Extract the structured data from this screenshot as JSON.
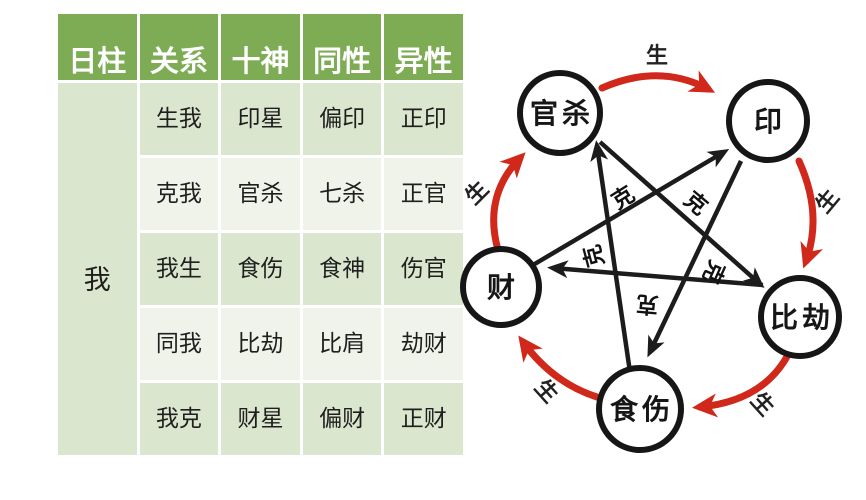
{
  "table": {
    "headers": [
      "日柱",
      "关系",
      "十神",
      "同性",
      "异性"
    ],
    "merged_cell": "我",
    "rows": [
      {
        "cells": [
          "生我",
          "印星",
          "偏印",
          "正印"
        ]
      },
      {
        "cells": [
          "克我",
          "官杀",
          "七杀",
          "正官"
        ]
      },
      {
        "cells": [
          "我生",
          "食伤",
          "食神",
          "伤官"
        ]
      },
      {
        "cells": [
          "同我",
          "比劫",
          "比肩",
          "劫财"
        ]
      },
      {
        "cells": [
          "我克",
          "财星",
          "偏财",
          "正财"
        ]
      }
    ],
    "colors": {
      "header_bg": "#7dac55",
      "header_text": "#ffffff",
      "row_odd_bg": "#dbe6ce",
      "row_even_bg": "#eff3e9"
    }
  },
  "diagram": {
    "nodes": [
      {
        "id": "guansha",
        "label": "官杀"
      },
      {
        "id": "yin",
        "label": "印"
      },
      {
        "id": "bijie",
        "label": "比劫"
      },
      {
        "id": "shishang",
        "label": "食伤"
      },
      {
        "id": "cai",
        "label": "财"
      }
    ],
    "sheng_arrows": [
      {
        "from": "官杀",
        "to": "印",
        "label": "生"
      },
      {
        "from": "印",
        "to": "比劫",
        "label": "生"
      },
      {
        "from": "比劫",
        "to": "食伤",
        "label": "生"
      },
      {
        "from": "食伤",
        "to": "财",
        "label": "生"
      },
      {
        "from": "财",
        "to": "官杀",
        "label": "生"
      }
    ],
    "ke_arrows": [
      {
        "from": "财",
        "to": "印",
        "label": "克"
      },
      {
        "from": "官杀",
        "to": "比劫",
        "label": "克"
      },
      {
        "from": "食伤",
        "to": "官杀",
        "label": "克"
      },
      {
        "from": "印",
        "to": "食伤",
        "label": "克"
      },
      {
        "from": "比劫",
        "to": "财",
        "label": "克"
      }
    ],
    "colors": {
      "sheng_arrow": "#d0281a",
      "ke_arrow": "#1c1c1c",
      "node_border": "#161616"
    }
  }
}
